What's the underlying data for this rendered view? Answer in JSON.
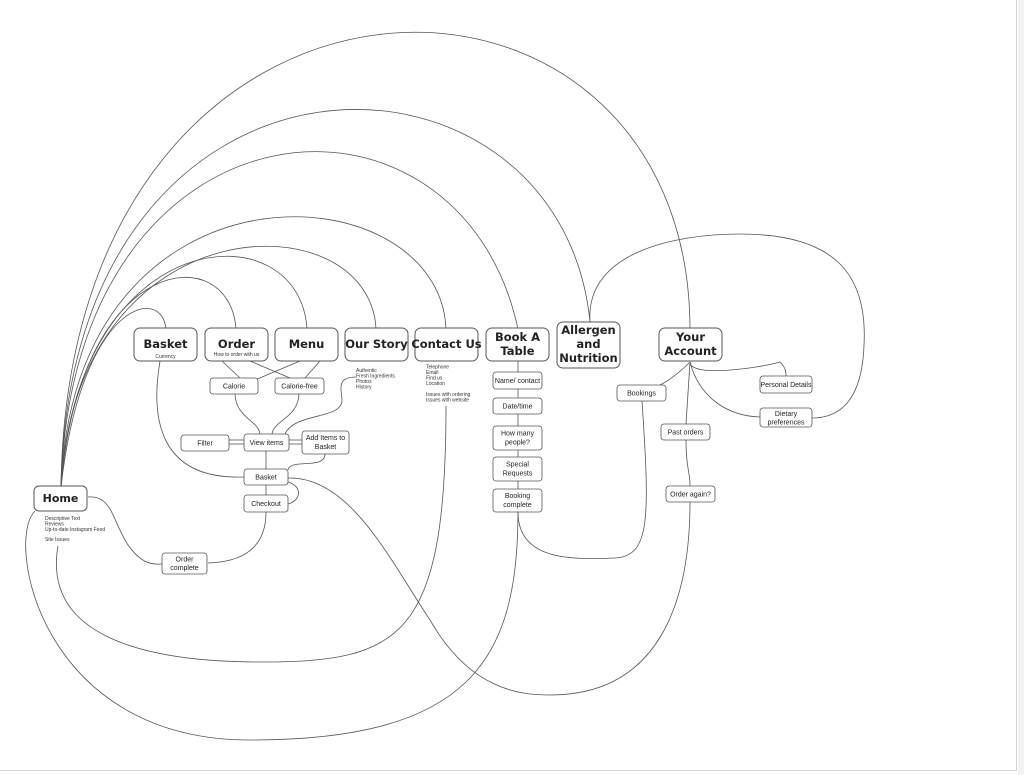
{
  "colors": {
    "background": "#ffffff",
    "node_stroke": "#555555",
    "connector": "#555555",
    "text": "#222222"
  },
  "nodes": {
    "home": {
      "label": "Home"
    },
    "basket_top": {
      "label": "Basket"
    },
    "order": {
      "label": "Order"
    },
    "menu": {
      "label": "Menu"
    },
    "our_story": {
      "label": "Our Story"
    },
    "contact_us": {
      "label": "Contact Us"
    },
    "book_table": {
      "label_lines": [
        "Book A",
        "Table"
      ]
    },
    "allergen": {
      "label_lines": [
        "Allergen",
        "and",
        "Nutrition"
      ]
    },
    "your_account": {
      "label_lines": [
        "Your",
        "Account"
      ]
    },
    "calorie": {
      "label": "Calorie"
    },
    "calorie_free": {
      "label": "Calorie-free"
    },
    "filter": {
      "label": "Filter"
    },
    "view_items": {
      "label": "View items"
    },
    "add_items": {
      "label_lines": [
        "Add Items to",
        "Basket"
      ]
    },
    "basket_flow": {
      "label": "Basket"
    },
    "checkout": {
      "label": "Checkout"
    },
    "order_complete": {
      "label_lines": [
        "Order",
        "complete"
      ]
    },
    "name_contact": {
      "label": "Name/ contact"
    },
    "date_time": {
      "label": "Date/time"
    },
    "how_many": {
      "label_lines": [
        "How many",
        "people?"
      ]
    },
    "special_requests": {
      "label_lines": [
        "Special",
        "Requests"
      ]
    },
    "booking_complete": {
      "label_lines": [
        "Booking",
        "complete"
      ]
    },
    "bookings": {
      "label": "Bookings"
    },
    "past_orders": {
      "label": "Past orders"
    },
    "order_again": {
      "label": "Order again?"
    },
    "personal_details": {
      "label": "Personal Details"
    },
    "dietary_preferences": {
      "label_lines": [
        "Dietary",
        "preferences"
      ]
    }
  },
  "notes": {
    "basket_note": "Currency",
    "order_note": "How to order with us",
    "our_story_notes": [
      "Authentic",
      "Fresh Ingredients",
      "Photos",
      "History"
    ],
    "contact_notes": [
      "Telephone",
      "Email",
      "Find us",
      "Location",
      "",
      "Issues with ordering",
      "Issues with website"
    ],
    "home_notes": [
      "Descriptive Text",
      "Reviews",
      "Up-to-date Instagram Feed",
      "",
      "Site Issues"
    ]
  }
}
